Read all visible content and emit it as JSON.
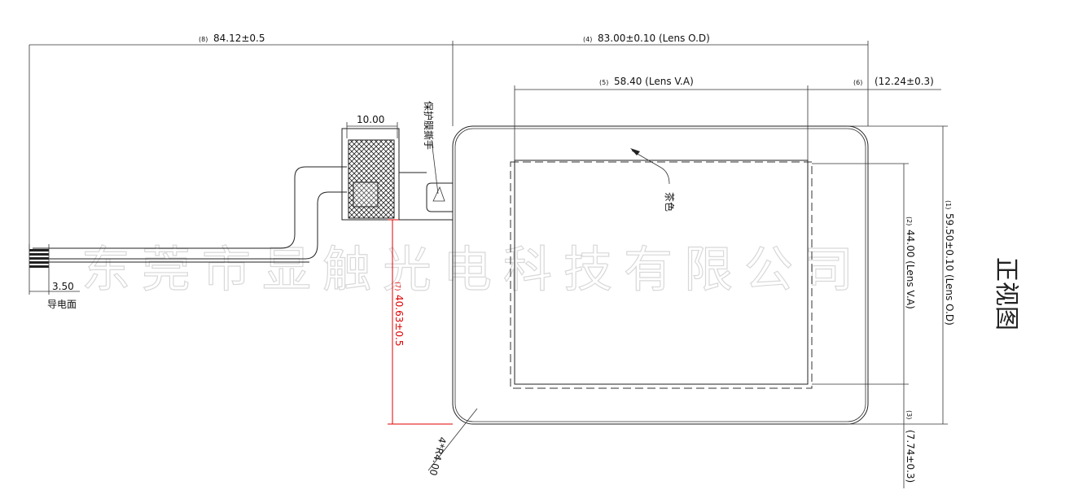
{
  "dimensions": {
    "overall_length": {
      "index": "(8)",
      "value": "84.12±0.5"
    },
    "lens_od_width": {
      "index": "(4)",
      "value": "83.00±0.10 (Lens O.D)"
    },
    "lens_va_width": {
      "index": "(5)",
      "value": "58.40 (Lens V.A)"
    },
    "right_border": {
      "index": "(6)",
      "value": "(12.24±0.3)"
    },
    "lens_od_height": {
      "index": "(1)",
      "value": "59.50±0.10 (Lens O.D)"
    },
    "lens_va_height": {
      "index": "(2)",
      "value": "44.00 (Lens V.A)"
    },
    "bottom_border": {
      "index": "(3)",
      "value": "(7.74±0.3)"
    },
    "fpc_offset": {
      "index": "(7)",
      "value": "40.63±0.5"
    },
    "stiffener_width": "10.00",
    "connector_pitch": "3.50",
    "corner_radius": "4*R4.00"
  },
  "annotations": {
    "tab_label": "保护膜撕手",
    "tint_label": "茶色",
    "conductive_side": "导电面"
  },
  "watermark": "东莞市显触光电科技有限公司",
  "view_title": "正视图",
  "colors": {
    "line": "#222222",
    "highlight": "#e00000",
    "watermark": "#d8d8d8"
  }
}
